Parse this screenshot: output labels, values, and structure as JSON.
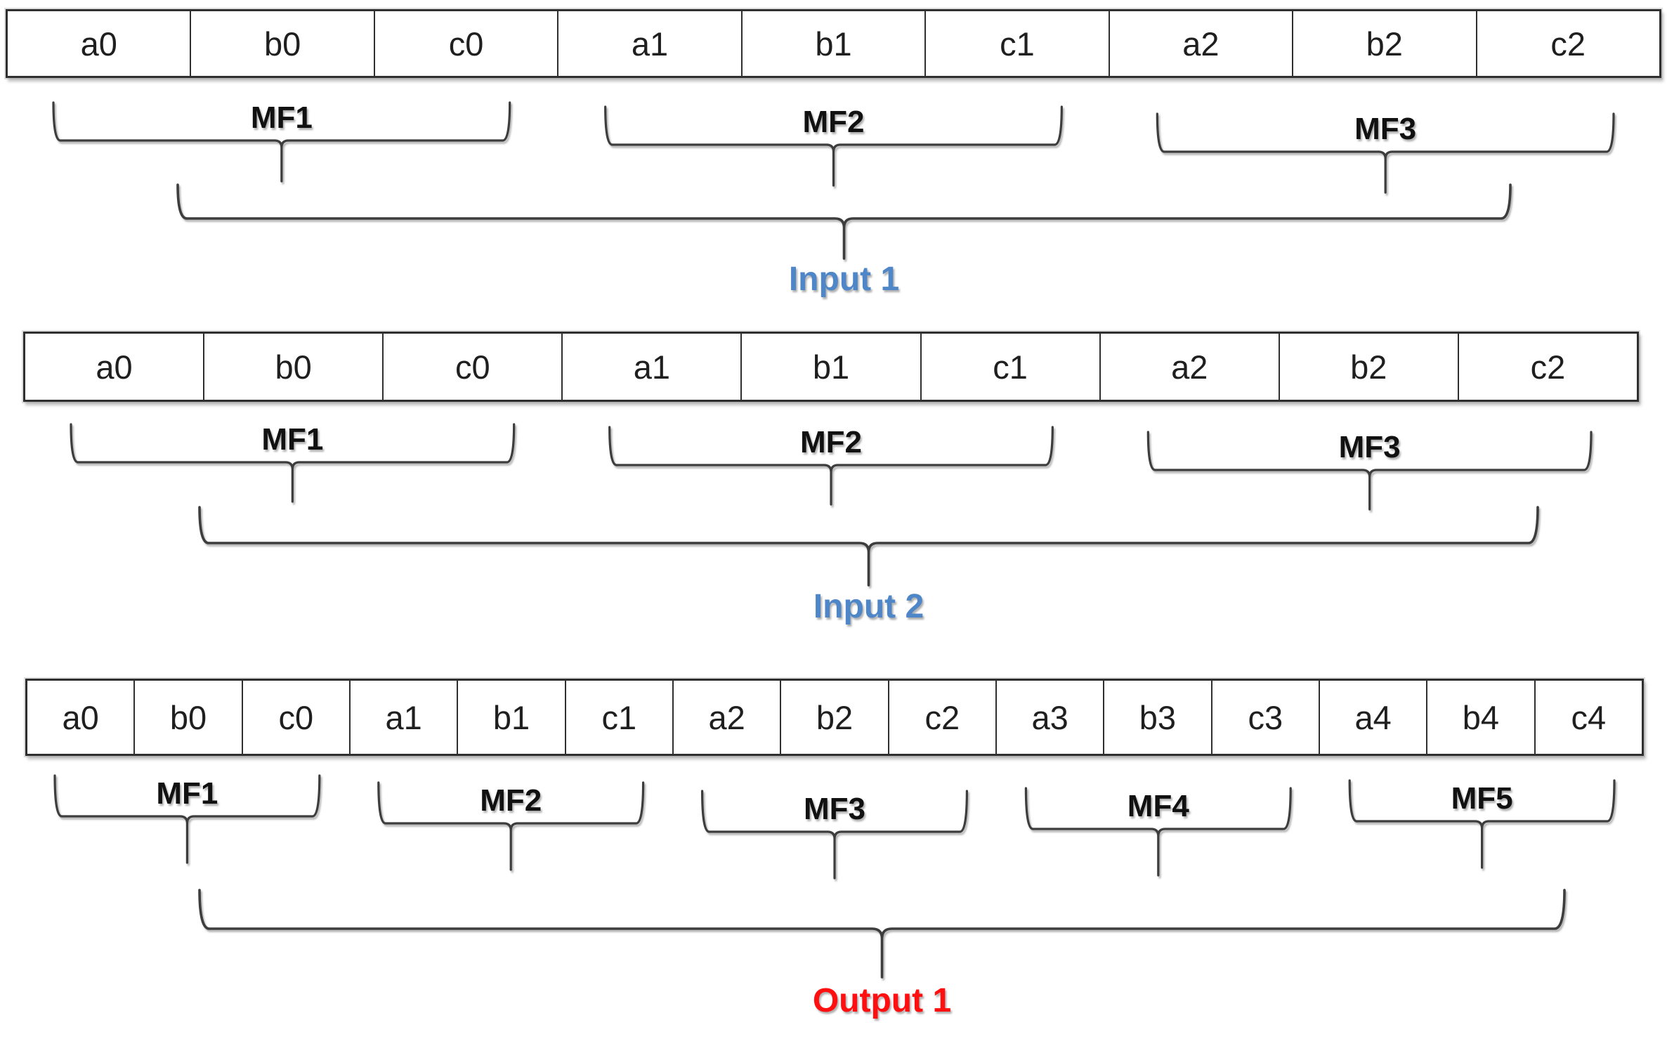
{
  "colors": {
    "brace": "#3d3d3d",
    "cell_border": "#2f2f2f",
    "cell_text": "#1f1f1f",
    "mf_label": "#111111",
    "input_label": "#4e86c8",
    "output_label": "#ff0f0f"
  },
  "sections": [
    {
      "name": "input-1-vector",
      "cells": [
        "a0",
        "b0",
        "c0",
        "a1",
        "b1",
        "c1",
        "a2",
        "b2",
        "c2"
      ],
      "groups": [
        {
          "label": "MF1",
          "from": 0,
          "to": 2
        },
        {
          "label": "MF2",
          "from": 3,
          "to": 5
        },
        {
          "label": "MF3",
          "from": 6,
          "to": 8
        }
      ],
      "big_label": "Input 1",
      "big_color": "#4e86c8"
    },
    {
      "name": "input-2-vector",
      "cells": [
        "a0",
        "b0",
        "c0",
        "a1",
        "b1",
        "c1",
        "a2",
        "b2",
        "c2"
      ],
      "groups": [
        {
          "label": "MF1",
          "from": 0,
          "to": 2
        },
        {
          "label": "MF2",
          "from": 3,
          "to": 5
        },
        {
          "label": "MF3",
          "from": 6,
          "to": 8
        }
      ],
      "big_label": "Input 2",
      "big_color": "#4e86c8"
    },
    {
      "name": "output-1-vector",
      "cells": [
        "a0",
        "b0",
        "c0",
        "a1",
        "b1",
        "c1",
        "a2",
        "b2",
        "c2",
        "a3",
        "b3",
        "c3",
        "a4",
        "b4",
        "c4"
      ],
      "groups": [
        {
          "label": "MF1",
          "from": 0,
          "to": 2
        },
        {
          "label": "MF2",
          "from": 3,
          "to": 5
        },
        {
          "label": "MF3",
          "from": 6,
          "to": 8
        },
        {
          "label": "MF4",
          "from": 9,
          "to": 11
        },
        {
          "label": "MF5",
          "from": 12,
          "to": 14
        }
      ],
      "big_label": "Output 1",
      "big_color": "#ff0f0f"
    }
  ]
}
